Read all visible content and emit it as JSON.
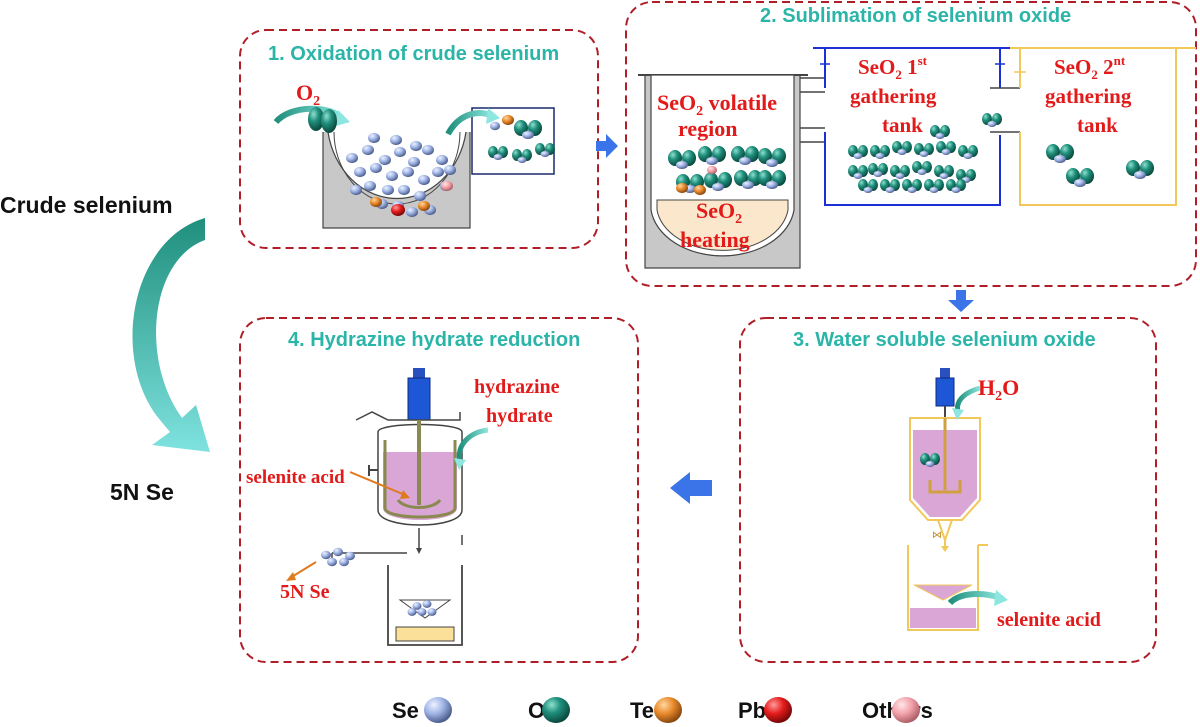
{
  "side": {
    "input_label": "Crude selenium",
    "output_label": "5N Se"
  },
  "steps": [
    {
      "title": "1. Oxidation of crude selenium",
      "labels": {
        "gas": "O",
        "gas_sub": "2"
      }
    },
    {
      "title": "2. Sublimation of selenium oxide",
      "labels": {
        "volatile_l1": "SeO",
        "volatile_sub": "2",
        "volatile_l1b": " volatile",
        "volatile_l2": "region",
        "heating_l1": "SeO",
        "heating_sub": "2",
        "heating_l2": "heating",
        "tank1_l1": "SeO",
        "tank1_sub": "2",
        "tank1_num": " 1",
        "tank1_sup": "st",
        "tank1_l2": "gathering",
        "tank1_l3": "tank",
        "tank2_l1": "SeO",
        "tank2_sub": "2",
        "tank2_num": " 2",
        "tank2_sup": "nt",
        "tank2_l2": "gathering",
        "tank2_l3": "tank"
      }
    },
    {
      "title": "3. Water soluble selenium oxide",
      "labels": {
        "water": "H",
        "water_sub": "2",
        "water_end": "O",
        "product": "selenite acid"
      }
    },
    {
      "title": "4. Hydrazine hydrate reduction",
      "labels": {
        "reagent_l1": "hydrazine",
        "reagent_l2": "hydrate",
        "solution": "selenite acid",
        "product": "5N Se"
      }
    }
  ],
  "legend": [
    {
      "name": "Se",
      "color": "#9fb4e6"
    },
    {
      "name": "O",
      "color": "#1f8f7c"
    },
    {
      "name": "Te",
      "color": "#e98a2c"
    },
    {
      "name": "Pb",
      "color": "#e51b1b"
    },
    {
      "name": "Others",
      "color": "#f3a3aa"
    }
  ],
  "colors": {
    "dashed_border": "#b01e28",
    "teal_title": "#2bb5a8",
    "red_label": "#e21a1a",
    "flow_arrow": "#3b74e8",
    "tank1_line": "#1a2fd6",
    "tank2_line": "#f2c85a",
    "solution": "#d9a6d6"
  }
}
